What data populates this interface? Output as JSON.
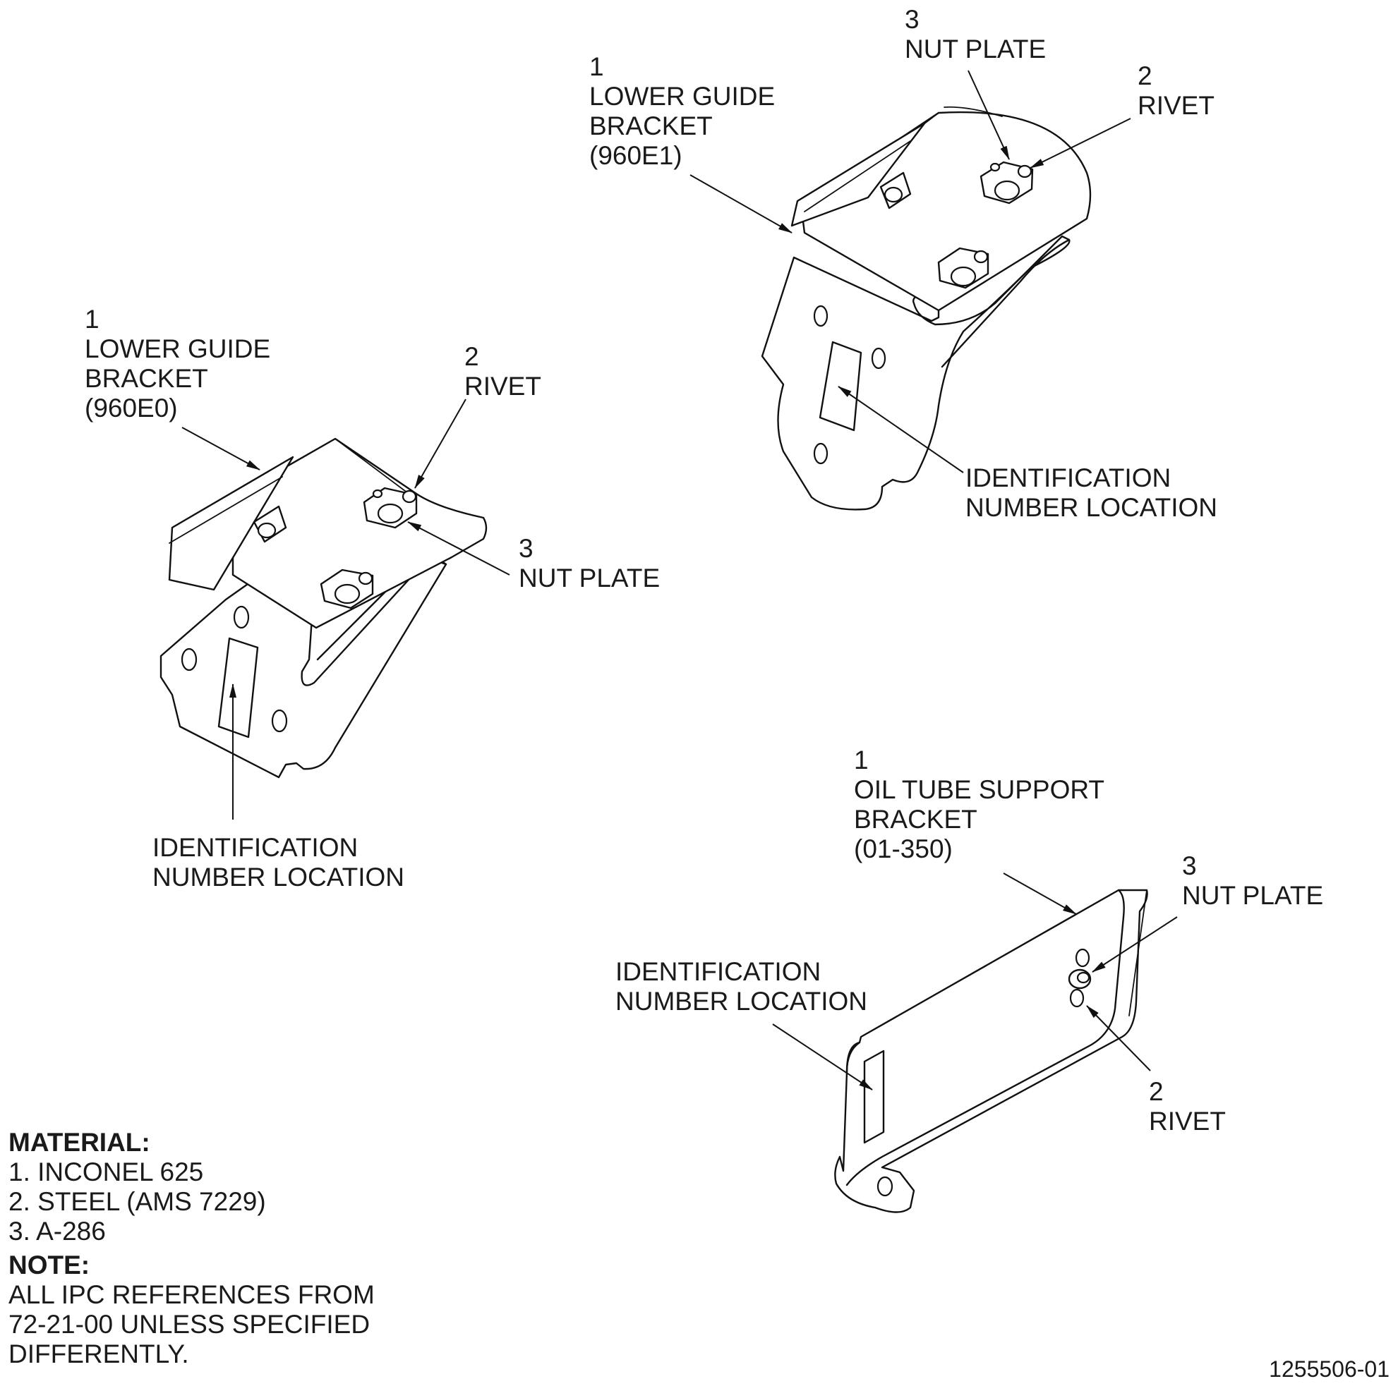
{
  "callouts": {
    "b1": {
      "part": {
        "num": "1",
        "l1": "LOWER GUIDE",
        "l2": "BRACKET",
        "l3": "(960E0)"
      },
      "rivet": {
        "num": "2",
        "label": "RIVET"
      },
      "nut": {
        "num": "3",
        "label": "NUT PLATE"
      },
      "ident": {
        "l1": "IDENTIFICATION",
        "l2": "NUMBER LOCATION"
      }
    },
    "b2": {
      "part": {
        "num": "1",
        "l1": "LOWER GUIDE",
        "l2": "BRACKET",
        "l3": "(960E1)"
      },
      "nut": {
        "num": "3",
        "label": "NUT PLATE"
      },
      "rivet": {
        "num": "2",
        "label": "RIVET"
      },
      "ident": {
        "l1": "IDENTIFICATION",
        "l2": "NUMBER LOCATION"
      }
    },
    "b3": {
      "part": {
        "num": "1",
        "l1": "OIL TUBE SUPPORT",
        "l2": "BRACKET",
        "l3": "(01-350)"
      },
      "nut": {
        "num": "3",
        "label": "NUT PLATE"
      },
      "rivet": {
        "num": "2",
        "label": "RIVET"
      },
      "ident": {
        "l1": "IDENTIFICATION",
        "l2": "NUMBER LOCATION"
      }
    }
  },
  "material": {
    "heading": "MATERIAL:",
    "items": [
      "1. INCONEL 625",
      "2. STEEL (AMS 7229)",
      "3. A-286"
    ]
  },
  "note": {
    "heading": "NOTE:",
    "lines": [
      "ALL IPC REFERENCES FROM",
      "72-21-00 UNLESS SPECIFIED",
      "DIFFERENTLY."
    ]
  },
  "figure_id": "1255506-01"
}
